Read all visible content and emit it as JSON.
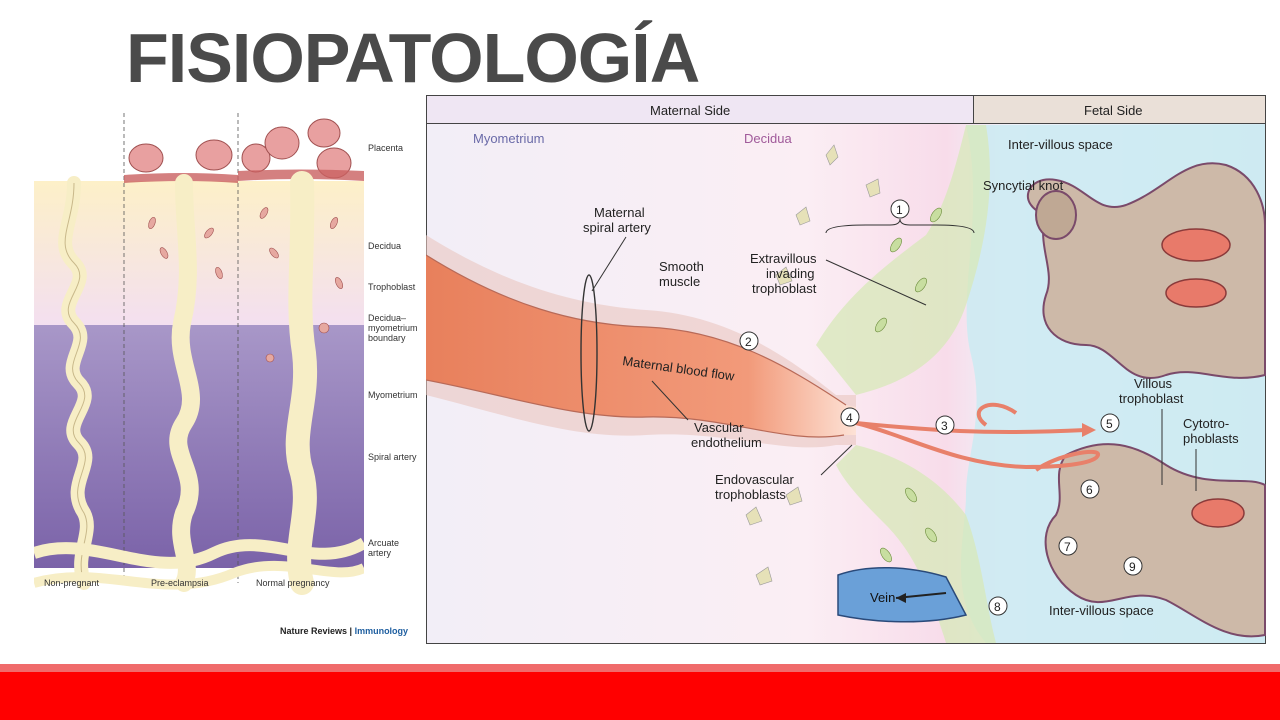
{
  "title": "FISIOPATOLOGÍA",
  "left_figure": {
    "labels": {
      "placenta": "Placenta",
      "decidua": "Decidua",
      "trophoblast": "Trophoblast",
      "boundary_1": "Decidua–",
      "boundary_2": "myometrium",
      "boundary_3": "boundary",
      "myometrium": "Myometrium",
      "spiral_artery": "Spiral artery",
      "arcuate_1": "Arcuate",
      "arcuate_2": "artery"
    },
    "columns": [
      "Non-pregnant",
      "Pre-eclampsia",
      "Normal pregnancy"
    ],
    "credit_journal": "Nature Reviews",
    "credit_separator": " | ",
    "credit_section": "Immunology"
  },
  "right_figure": {
    "maternal_side": "Maternal Side",
    "fetal_side": "Fetal Side",
    "myometrium": "Myometrium",
    "decidua": "Decidua",
    "intervillous_top": "Inter-villous space",
    "intervillous_bottom": "Inter-villous space",
    "syncytial_knot": "Syncytial knot",
    "maternal_spiral_artery_1": "Maternal",
    "maternal_spiral_artery_2": "spiral artery",
    "smooth_muscle_1": "Smooth",
    "smooth_muscle_2": "muscle",
    "extravillous_1": "Extravillous",
    "extravillous_2": "invading",
    "extravillous_3": "trophoblast",
    "maternal_blood_flow": "Maternal blood flow",
    "vascular_endothelium_1": "Vascular",
    "vascular_endothelium_2": "endothelium",
    "endovascular_1": "Endovascular",
    "endovascular_2": "trophoblasts",
    "villous_trophoblast_1": "Villous",
    "villous_trophoblast_2": "trophoblast",
    "cytotrophoblasts_1": "Cytotro-",
    "cytotrophoblasts_2": "phoblasts",
    "vein": "Vein",
    "markers": [
      "1",
      "2",
      "3",
      "4",
      "5",
      "6",
      "7",
      "8",
      "9"
    ]
  },
  "colors": {
    "title": "#4a4a4a",
    "bottom_bar": "#ff0000",
    "bottom_bar_light": "#f06b6b",
    "artery": "#f08060",
    "intervillous": "#cdeaf2",
    "myometrium_purple": "#8a72b0"
  }
}
